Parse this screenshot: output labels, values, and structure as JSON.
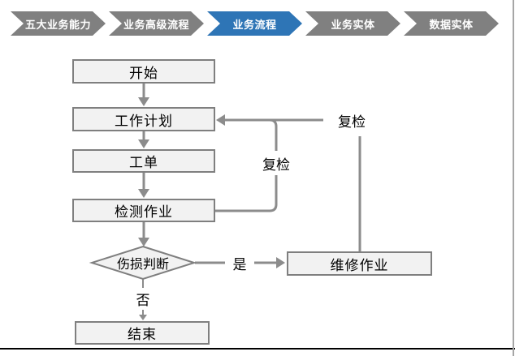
{
  "breadcrumb": {
    "items": [
      {
        "label": "五大业务能力",
        "active": false
      },
      {
        "label": "业务高级流程",
        "active": false
      },
      {
        "label": "业务流程",
        "active": true
      },
      {
        "label": "业务实体",
        "active": false
      },
      {
        "label": "数据实体",
        "active": false
      }
    ],
    "colors": {
      "inactive_bg": "#808080",
      "active_bg": "#2E75B6",
      "text": "#FFFFFF"
    }
  },
  "flowchart": {
    "nodes": {
      "start": "开始",
      "plan": "工作计划",
      "order": "工单",
      "inspect": "检测作业",
      "decision": "伤损判断",
      "repair": "维修作业",
      "end": "结束"
    },
    "edge_labels": {
      "recheck_left": "复检",
      "recheck_right": "复检",
      "yes": "是",
      "no": "否"
    },
    "colors": {
      "node_fill": "#F2F2F2",
      "node_border": "#7F7F7F",
      "connector": "#8C8C8C",
      "text": "#000000"
    }
  }
}
